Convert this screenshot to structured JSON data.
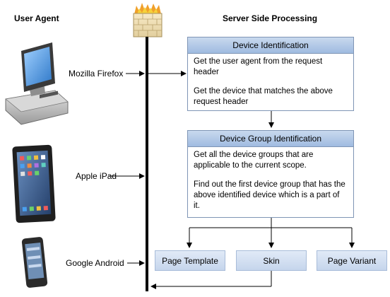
{
  "headings": {
    "left": "User Agent",
    "right": "Server Side Processing"
  },
  "devices": [
    {
      "label": "Mozilla Firefox",
      "icon": "desktop-computer-icon"
    },
    {
      "label": "Apple iPad",
      "icon": "tablet-icon"
    },
    {
      "label": "Google Android",
      "icon": "smartphone-icon"
    }
  ],
  "device_identification": {
    "title": "Device Identification",
    "steps": [
      "Get the user agent from the request header",
      "Get the device that matches the above request header"
    ]
  },
  "device_group_identification": {
    "title": "Device Group Identification",
    "steps": [
      "Get all the device groups that are applicable to the current scope.",
      "Find out the first device group that has the above identified device which is a part of it."
    ]
  },
  "outputs": [
    "Page Template",
    "Skin",
    "Page Variant"
  ],
  "colors": {
    "header_gradient_top": "#c9d9ee",
    "header_gradient_bottom": "#9fbbe0",
    "box_border": "#7f95b5",
    "output_fill": "#d3e0f2"
  }
}
